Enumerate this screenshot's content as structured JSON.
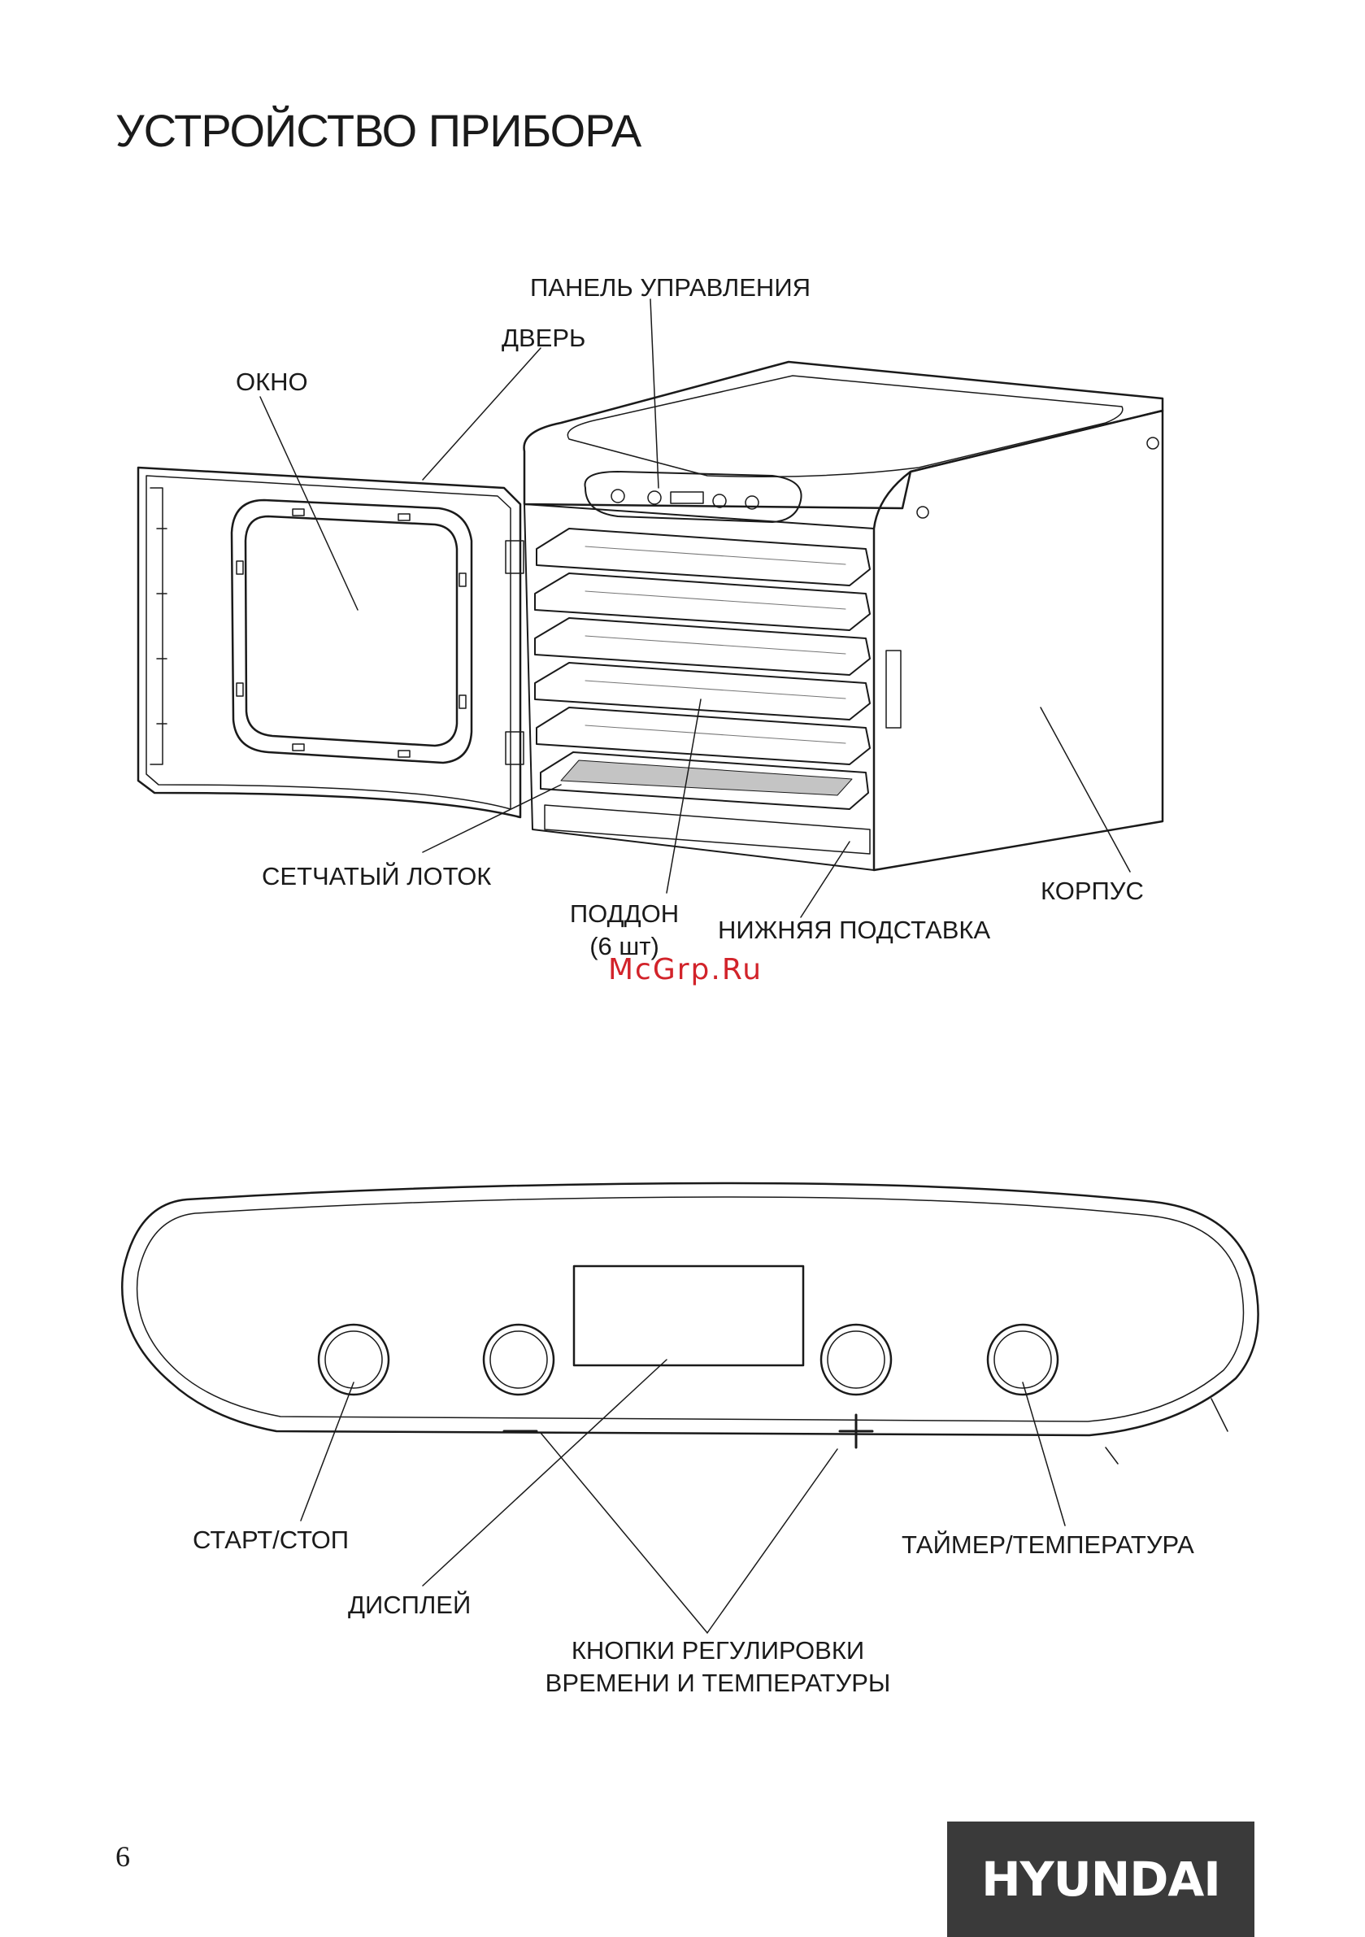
{
  "page": {
    "title": "УСТРОЙСТВО ПРИБОРА",
    "page_number": "6",
    "watermark": "McGrp.Ru",
    "brand": "HYUNDAI"
  },
  "device_labels": {
    "control_panel": "ПАНЕЛЬ УПРАВЛЕНИЯ",
    "door": "ДВЕРЬ",
    "window": "ОКНО",
    "mesh_tray": "СЕТЧАТЫЙ ЛОТОК",
    "tray": "ПОДДОН",
    "tray_count": "(6 шт)",
    "bottom_stand": "НИЖНЯЯ ПОДСТАВКА",
    "body": "КОРПУС"
  },
  "panel_labels": {
    "start_stop": "СТАРТ/СТОП",
    "display": "ДИСПЛЕЙ",
    "timer_temp": "ТАЙМЕР/ТЕМПЕРАТУРА",
    "adjust_line1": "КНОПКИ РЕГУЛИРОВКИ",
    "adjust_line2": "ВРЕМЕНИ И ТЕМПЕРАТУРЫ"
  },
  "colors": {
    "ink": "#1a1a1a",
    "watermark": "#d2232a",
    "brand_block": "#3a3a3a"
  }
}
